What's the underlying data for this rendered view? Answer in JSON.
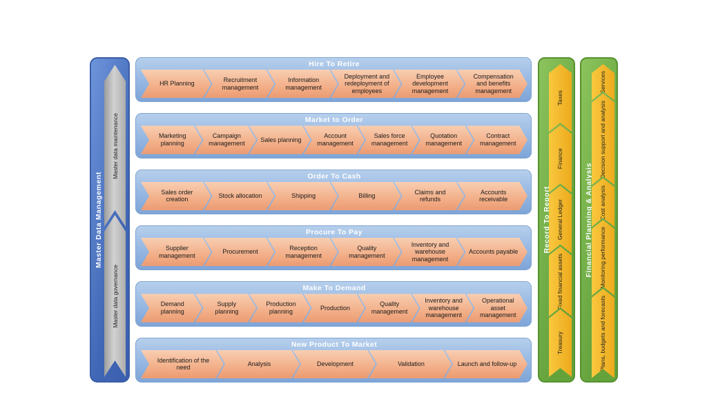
{
  "left_bar": {
    "title": "Master Data Management",
    "segments": [
      "Master data maintenance",
      "Master data governance"
    ]
  },
  "rows": [
    {
      "title": "Hire To Retire",
      "steps": [
        "HR Planning",
        "Recruitment management",
        "Information management",
        "Deployment and redeployment of employees",
        "Employee development management",
        "Compensation and benefits management"
      ]
    },
    {
      "title": "Market to Order",
      "steps": [
        "Marketing planning",
        "Campaign management",
        "Sales planning",
        "Account management",
        "Sales force management",
        "Quotation management",
        "Contract management"
      ]
    },
    {
      "title": "Order To Cash",
      "steps": [
        "Sales order creation",
        "Stock allocation",
        "Shipping",
        "Billing",
        "Claims and refunds",
        "Accounts receivable"
      ]
    },
    {
      "title": "Procure To Pay",
      "steps": [
        "Supplier management",
        "Procurement",
        "Reception management",
        "Quality management",
        "Inventory and warehouse management",
        "Accounts payable"
      ]
    },
    {
      "title": "Make To Demand",
      "steps": [
        "Demand planning",
        "Supply planning",
        "Production planning",
        "Production",
        "Quality management",
        "Inventory and warehouse management",
        "Operational asset management"
      ]
    },
    {
      "title": "New Product To Market",
      "steps": [
        "Identification of the need",
        "Analysis",
        "Development",
        "Validation",
        "Launch and follow-up"
      ]
    }
  ],
  "right_bars": [
    {
      "title": "Record To Report",
      "segments": [
        "Taxes",
        "Finance",
        "General Ledger",
        "Fixed financial assets",
        "Treasury"
      ]
    },
    {
      "title": "Financial Planning & Analysis",
      "segments": [
        "Services",
        "Decision support and analysis",
        "Cost analysis",
        "Monitoring performance",
        "Plans, budgets and forecasts"
      ]
    }
  ],
  "colors": {
    "blue-light": "#6e95db",
    "blue-dark": "#4067b5",
    "row-top": "#b6cfec",
    "row-bottom": "#7ea5d8",
    "step-top": "#f8ceb2",
    "step-bottom": "#eb9b72",
    "green-light": "#8cc35d",
    "green-dark": "#64a23b",
    "yellow-light": "#f9c83e",
    "yellow-dark": "#edaa1e",
    "gray-mid": "#d2d2d2"
  }
}
